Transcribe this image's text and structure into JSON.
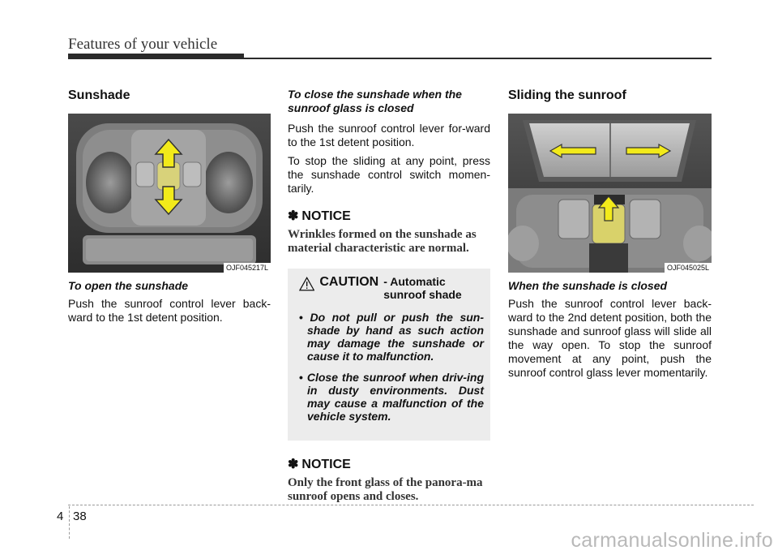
{
  "header": {
    "title": "Features of your vehicle"
  },
  "col1": {
    "heading": "Sunshade",
    "image_code": "OJF045217L",
    "subheading": "To open the sunshade",
    "text": "Push the sunroof control lever back-ward to the 1st detent position."
  },
  "col2": {
    "subheading": "To close the sunshade when the sunroof glass is closed",
    "text1": "Push the sunroof control lever for-ward to the 1st detent position.",
    "text2": "To stop the sliding at any point, press the sunshade control switch momen-tarily.",
    "notice1": {
      "symbol": "✽",
      "label": "NOTICE",
      "body": "Wrinkles formed on the sunshade as material characteristic are normal."
    },
    "caution": {
      "word": "CAUTION",
      "sub": "- Automatic sunroof shade",
      "items": [
        "Do not pull or push the sun-shade by hand as such action may damage the sunshade or cause it to malfunction.",
        "Close the sunroof when driv-ing in dusty environments. Dust may cause a malfunction of the vehicle system."
      ]
    },
    "notice2": {
      "symbol": "✽",
      "label": "NOTICE",
      "body": "Only the front glass of the panora-ma sunroof opens and closes."
    }
  },
  "col3": {
    "heading": "Sliding the sunroof",
    "image_code": "OJF045025L",
    "subheading": "When the sunshade is closed",
    "text": "Push the sunroof control lever back-ward to the 2nd detent position, both the sunshade and sunroof glass will slide all the way open. To stop the sunroof movement at any point, push the sunroof control glass lever momentarily."
  },
  "footer": {
    "section": "4",
    "page": "38",
    "watermark": "carmanualsonline.info"
  },
  "colors": {
    "arrow": "#f2ea1a",
    "caution_bg": "#ececec",
    "rule": "#2b2b2b"
  }
}
